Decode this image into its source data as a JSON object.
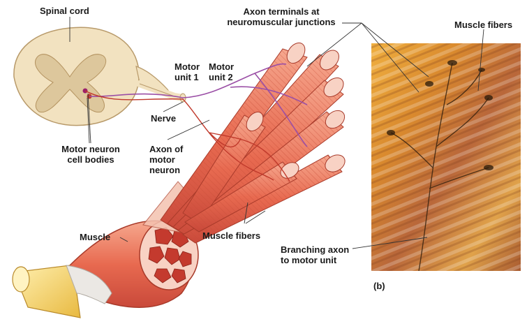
{
  "labels": {
    "spinal_cord": "Spinal cord",
    "axon_terminals_line1": "Axon terminals at",
    "axon_terminals_line2": "neuromuscular junctions",
    "muscle_fibers_top": "Muscle fibers",
    "motor_unit_1_line1": "Motor",
    "motor_unit_1_line2": "unit 1",
    "motor_unit_2_line1": "Motor",
    "motor_unit_2_line2": "unit 2",
    "nerve": "Nerve",
    "motor_neuron_cell_bodies_line1": "Motor neuron",
    "motor_neuron_cell_bodies_line2": "cell bodies",
    "axon_of_motor_neuron_line1": "Axon of",
    "axon_of_motor_neuron_line2": "motor",
    "axon_of_motor_neuron_line3": "neuron",
    "muscle": "Muscle",
    "muscle_fibers_center": "Muscle fibers",
    "branching_axon_line1": "Branching axon",
    "branching_axon_line2": "to motor unit",
    "panel_b": "(b)"
  },
  "colors": {
    "spinal_cord": "#f2e2c0",
    "gray_matter": "#ddc79c",
    "muscle_fiber": "#e8735a",
    "muscle_fiber_light": "#f4a68e",
    "nerve_purple": "#9b4fa6",
    "nerve_red": "#c0392b",
    "tendon": "#f3d36b"
  }
}
